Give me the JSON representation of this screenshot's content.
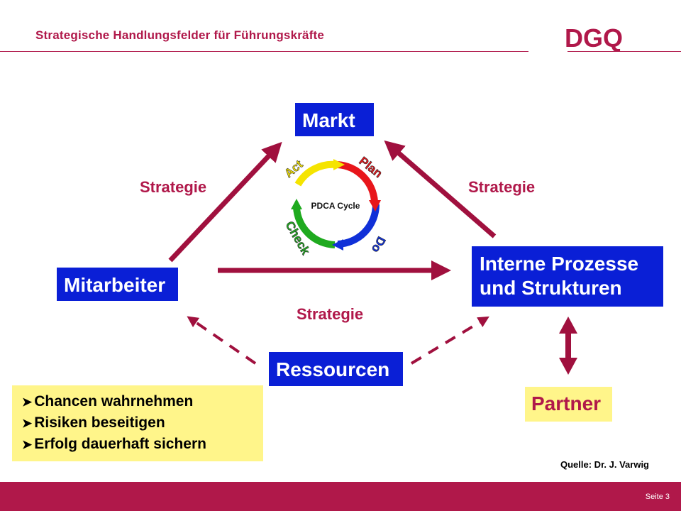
{
  "header": {
    "title": "Strategische Handlungsfelder für Führungskräfte",
    "logo_text": "DGQ"
  },
  "diagram": {
    "nodes": {
      "markt": "Markt",
      "mitarbeiter": "Mitarbeiter",
      "intern_line1": "Interne Prozesse",
      "intern_line2": "und Strukturen",
      "ressourcen": "Ressourcen",
      "partner": "Partner"
    },
    "edge_labels": {
      "left": "Strategie",
      "right": "Strategie",
      "bottom": "Strategie"
    },
    "pdca": {
      "center": "PDCA Cycle",
      "plan": "Plan",
      "do": "Do",
      "check": "Check",
      "act": "Act"
    }
  },
  "bullets": {
    "marker": "➤",
    "items": [
      "Chancen wahrnehmen",
      "Risiken beseitigen",
      "Erfolg dauerhaft sichern"
    ]
  },
  "source": "Quelle:  Dr. J. Varwig",
  "footer": {
    "page": "Seite 3"
  },
  "colors": {
    "brand": "#b0184a",
    "box_blue": "#0a1fd6",
    "highlight_yellow": "#fff58a",
    "arrow": "#a0103e"
  }
}
